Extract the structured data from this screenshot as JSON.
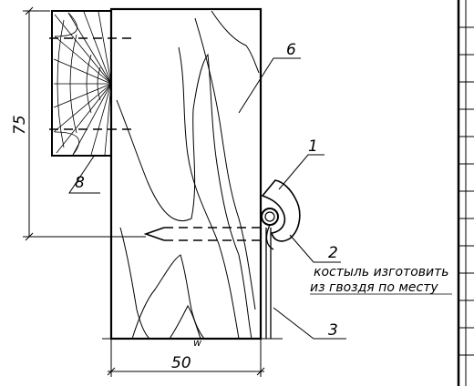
{
  "figure": {
    "callouts": [
      "1",
      "2",
      "3",
      "6",
      "8"
    ],
    "note_line1": "костыль изготовить",
    "note_line2": "из гвоздя по месту",
    "dimension_height": "75",
    "dimension_width": "50",
    "tick_mark": "w"
  }
}
